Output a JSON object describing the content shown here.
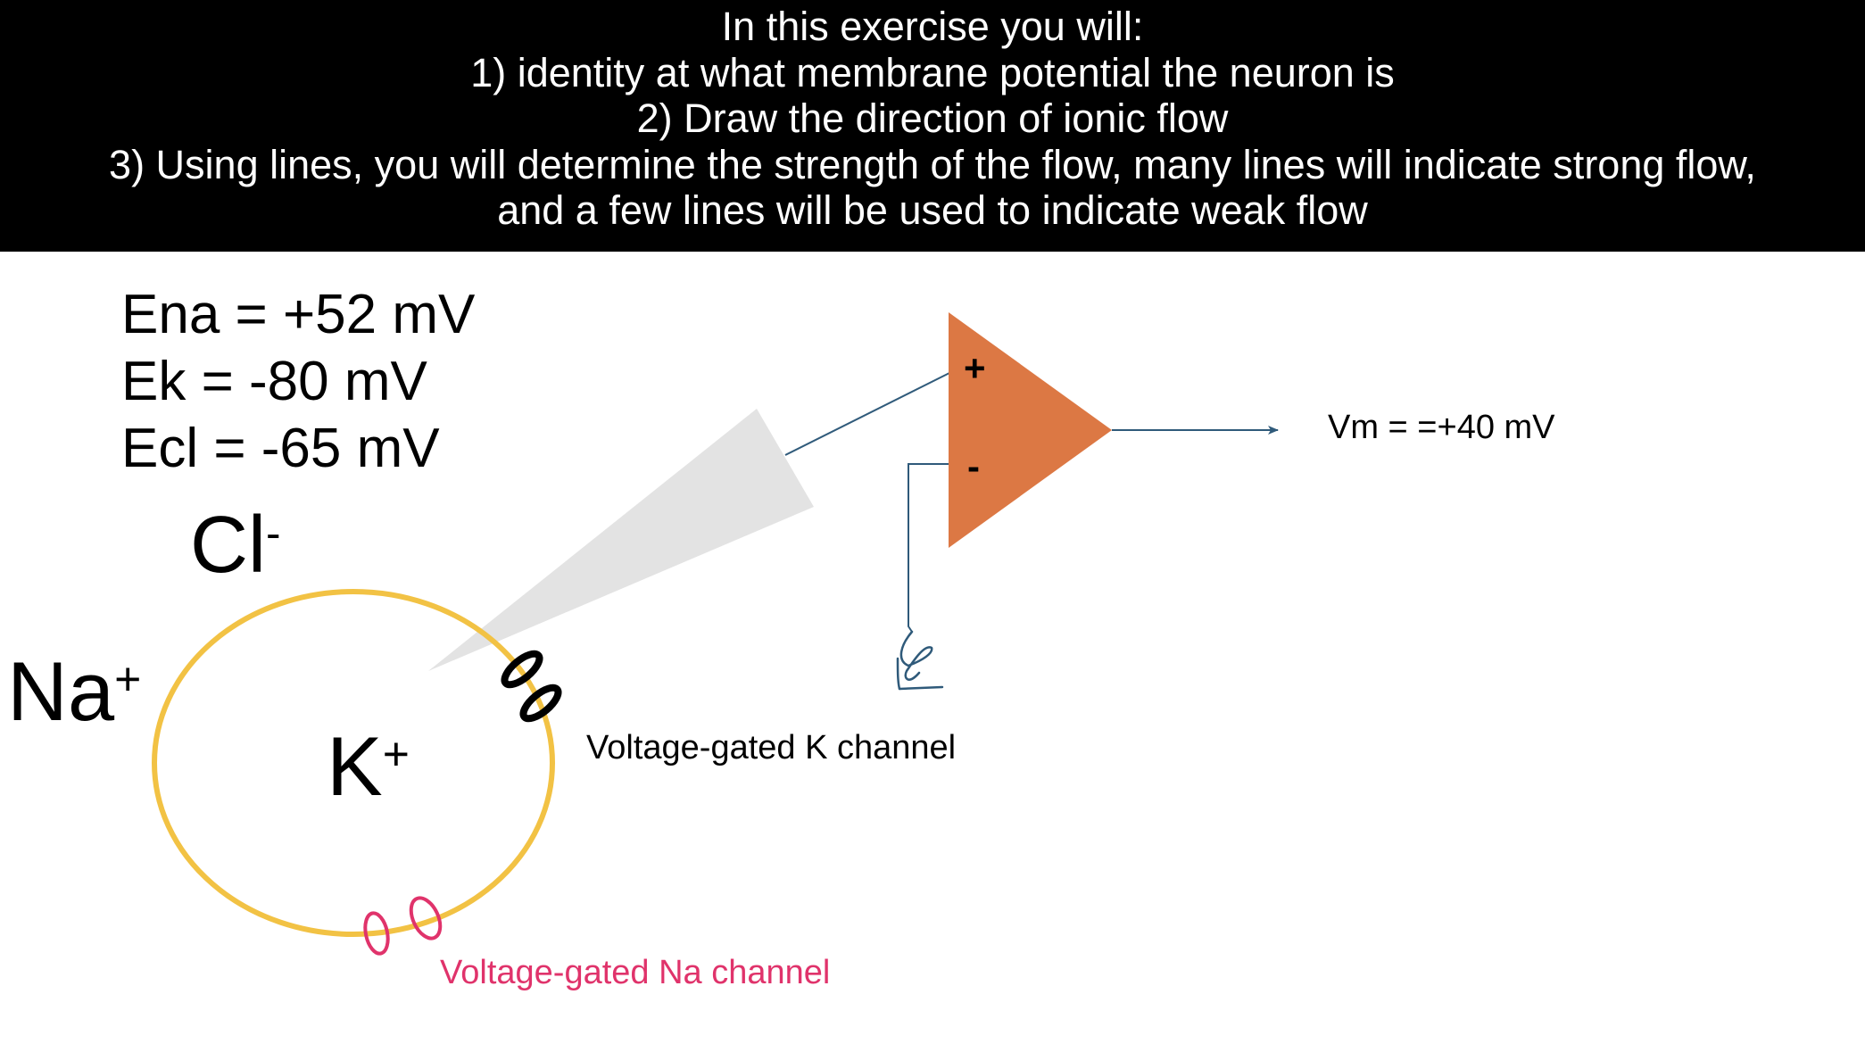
{
  "header": {
    "lines": [
      "In this exercise you will:",
      "1) identity at what membrane potential the neuron is",
      "2) Draw the direction of ionic flow",
      "3) Using lines, you will determine the strength of the flow, many lines will indicate strong flow,",
      "and a few lines will be used to indicate weak flow"
    ]
  },
  "potentials": {
    "ena": "Ena = +52 mV",
    "ek": "Ek = -80 mV",
    "ecl": "Ecl = -65 mV"
  },
  "ions": {
    "cl": {
      "symbol": "Cl",
      "charge": "-"
    },
    "na": {
      "symbol": "Na",
      "charge": "+"
    },
    "k": {
      "symbol": "K",
      "charge": "+"
    }
  },
  "amplifier": {
    "plus": "+",
    "minus": "-",
    "output": "Vm = =+40 mV"
  },
  "channels": {
    "k_label": "Voltage-gated K channel",
    "na_label": "Voltage-gated Na channel"
  },
  "colors": {
    "membrane": "#f2c244",
    "amplifier": "#dc7844",
    "electrode": "#e3e3e3",
    "wire": "#2f5a7a",
    "na_channel": "#e0336b",
    "k_channel": "#000000"
  }
}
